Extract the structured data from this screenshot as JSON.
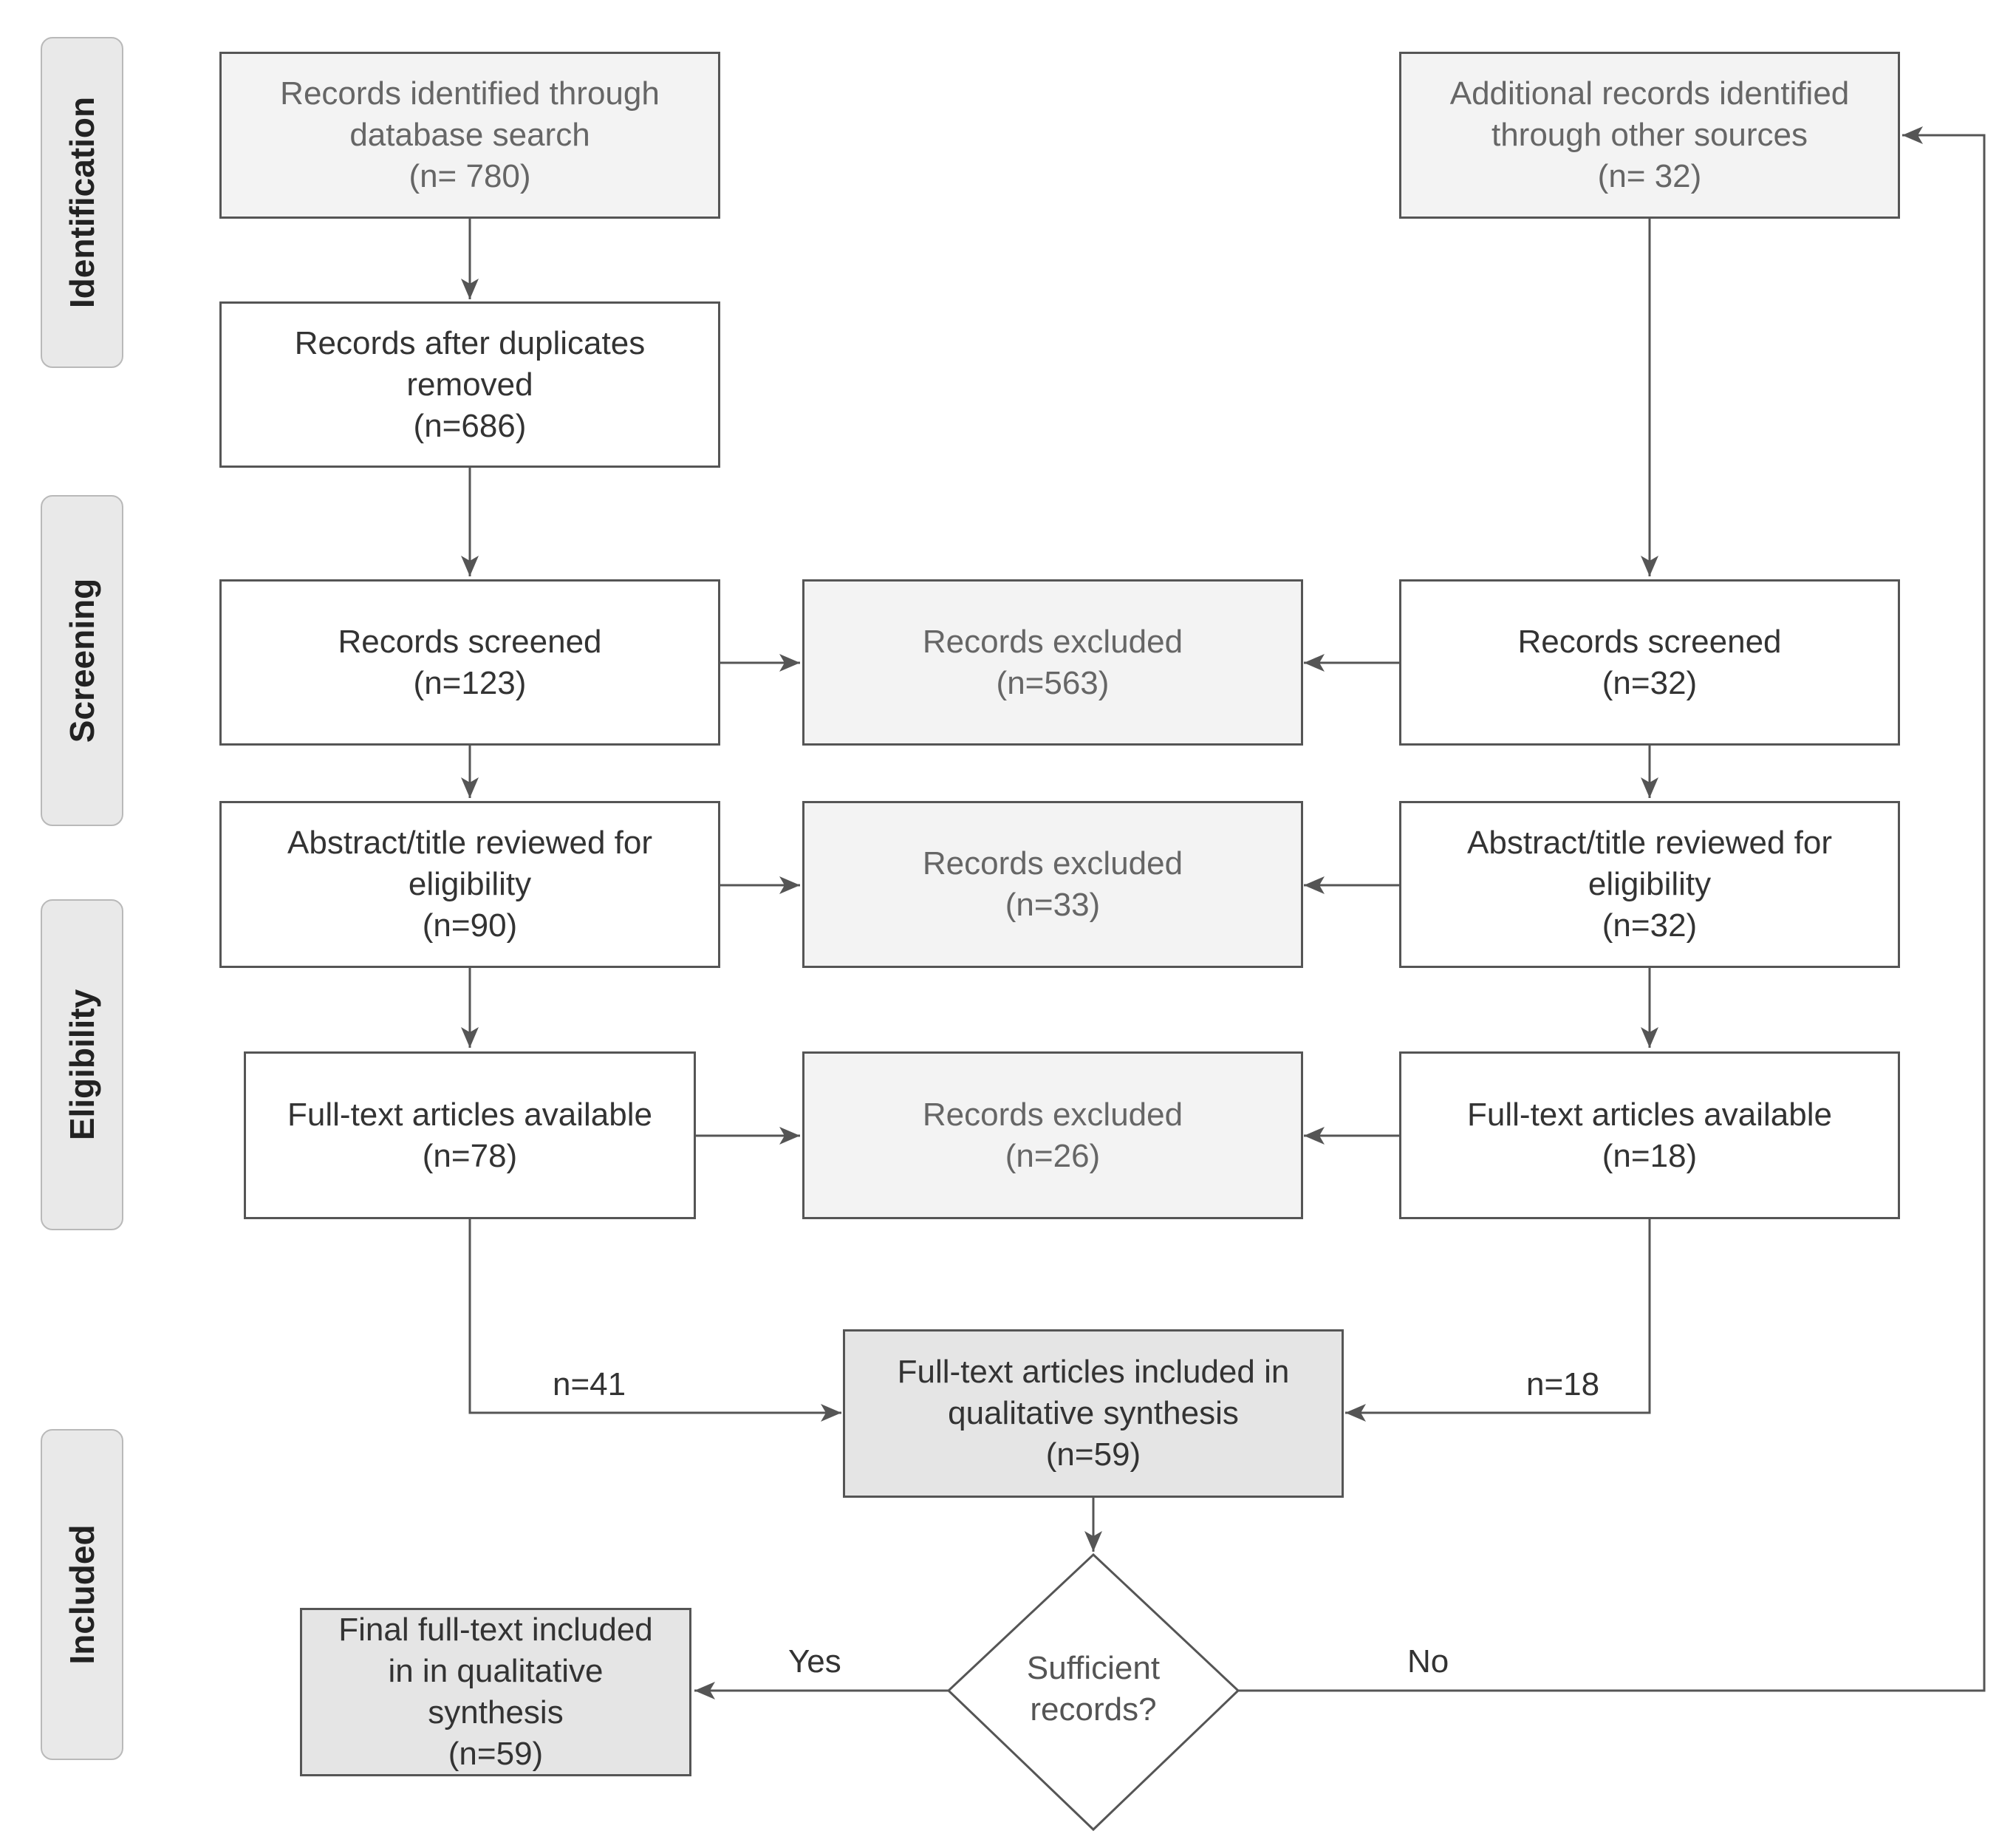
{
  "phases": {
    "identification": "Identification",
    "screening": "Screening",
    "eligibility": "Eligibility",
    "included": "Included"
  },
  "boxes": {
    "db_search": {
      "line1": "Records identified through",
      "line2": "database search",
      "line3": "(n= 780)"
    },
    "other_sources": {
      "line1": "Additional records identified",
      "line2": "through other sources",
      "line3": "(n= 32)"
    },
    "dupes_removed": {
      "line1": "Records after duplicates",
      "line2": "removed",
      "line3": "(n=686)"
    },
    "screened_left": {
      "line1": "Records screened",
      "line2": "(n=123)"
    },
    "excluded_1": {
      "line1": "Records excluded",
      "line2": "(n=563)"
    },
    "screened_right": {
      "line1": "Records screened",
      "line2": "(n=32)"
    },
    "abstract_left": {
      "line1": "Abstract/title reviewed for",
      "line2": "eligibility",
      "line3": "(n=90)"
    },
    "excluded_2": {
      "line1": "Records excluded",
      "line2": "(n=33)"
    },
    "abstract_right": {
      "line1": "Abstract/title reviewed for",
      "line2": "eligibility",
      "line3": "(n=32)"
    },
    "fulltext_left": {
      "line1": "Full-text articles available",
      "line2": "(n=78)"
    },
    "excluded_3": {
      "line1": "Records excluded",
      "line2": "(n=26)"
    },
    "fulltext_right": {
      "line1": "Full-text articles available",
      "line2": "(n=18)"
    },
    "qual_synthesis": {
      "line1": "Full-text articles included in",
      "line2": "qualitative synthesis",
      "line3": "(n=59)"
    },
    "final": {
      "line1": "Final full-text included",
      "line2": "in in qualitative",
      "line3": "synthesis",
      "line4": "(n=59)"
    }
  },
  "decision": {
    "line1": "Sufficient",
    "line2": "records?"
  },
  "edge_labels": {
    "left_count": "n=41",
    "right_count": "n=18",
    "yes": "Yes",
    "no": "No"
  },
  "colors": {
    "line": "#555555",
    "box_fill": "#ffffff",
    "grey_fill": "#f3f3f3",
    "dark_fill": "#e5e5e5",
    "phase_fill": "#e9e9e9"
  }
}
